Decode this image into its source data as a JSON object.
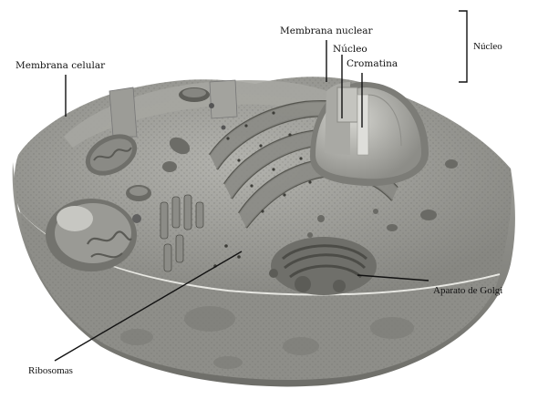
{
  "labels": {
    "membrana_celular": "Membrana celular",
    "membrana_nuclear": "Membrana nuclear",
    "nucleo_item": "Núcleo",
    "cromatina": "Cromatina",
    "nucleo_group": "Núcleo",
    "aparato_golgi": "Aparato de Golgi",
    "ribosomas": "Ribosomas"
  },
  "colors": {
    "cytoplasm": "#9a9a95",
    "membrane": "#6f6f6a",
    "outer_shell": "#8c8c87",
    "nucleus": "#b5b5b0",
    "er": "#7c7c77"
  }
}
